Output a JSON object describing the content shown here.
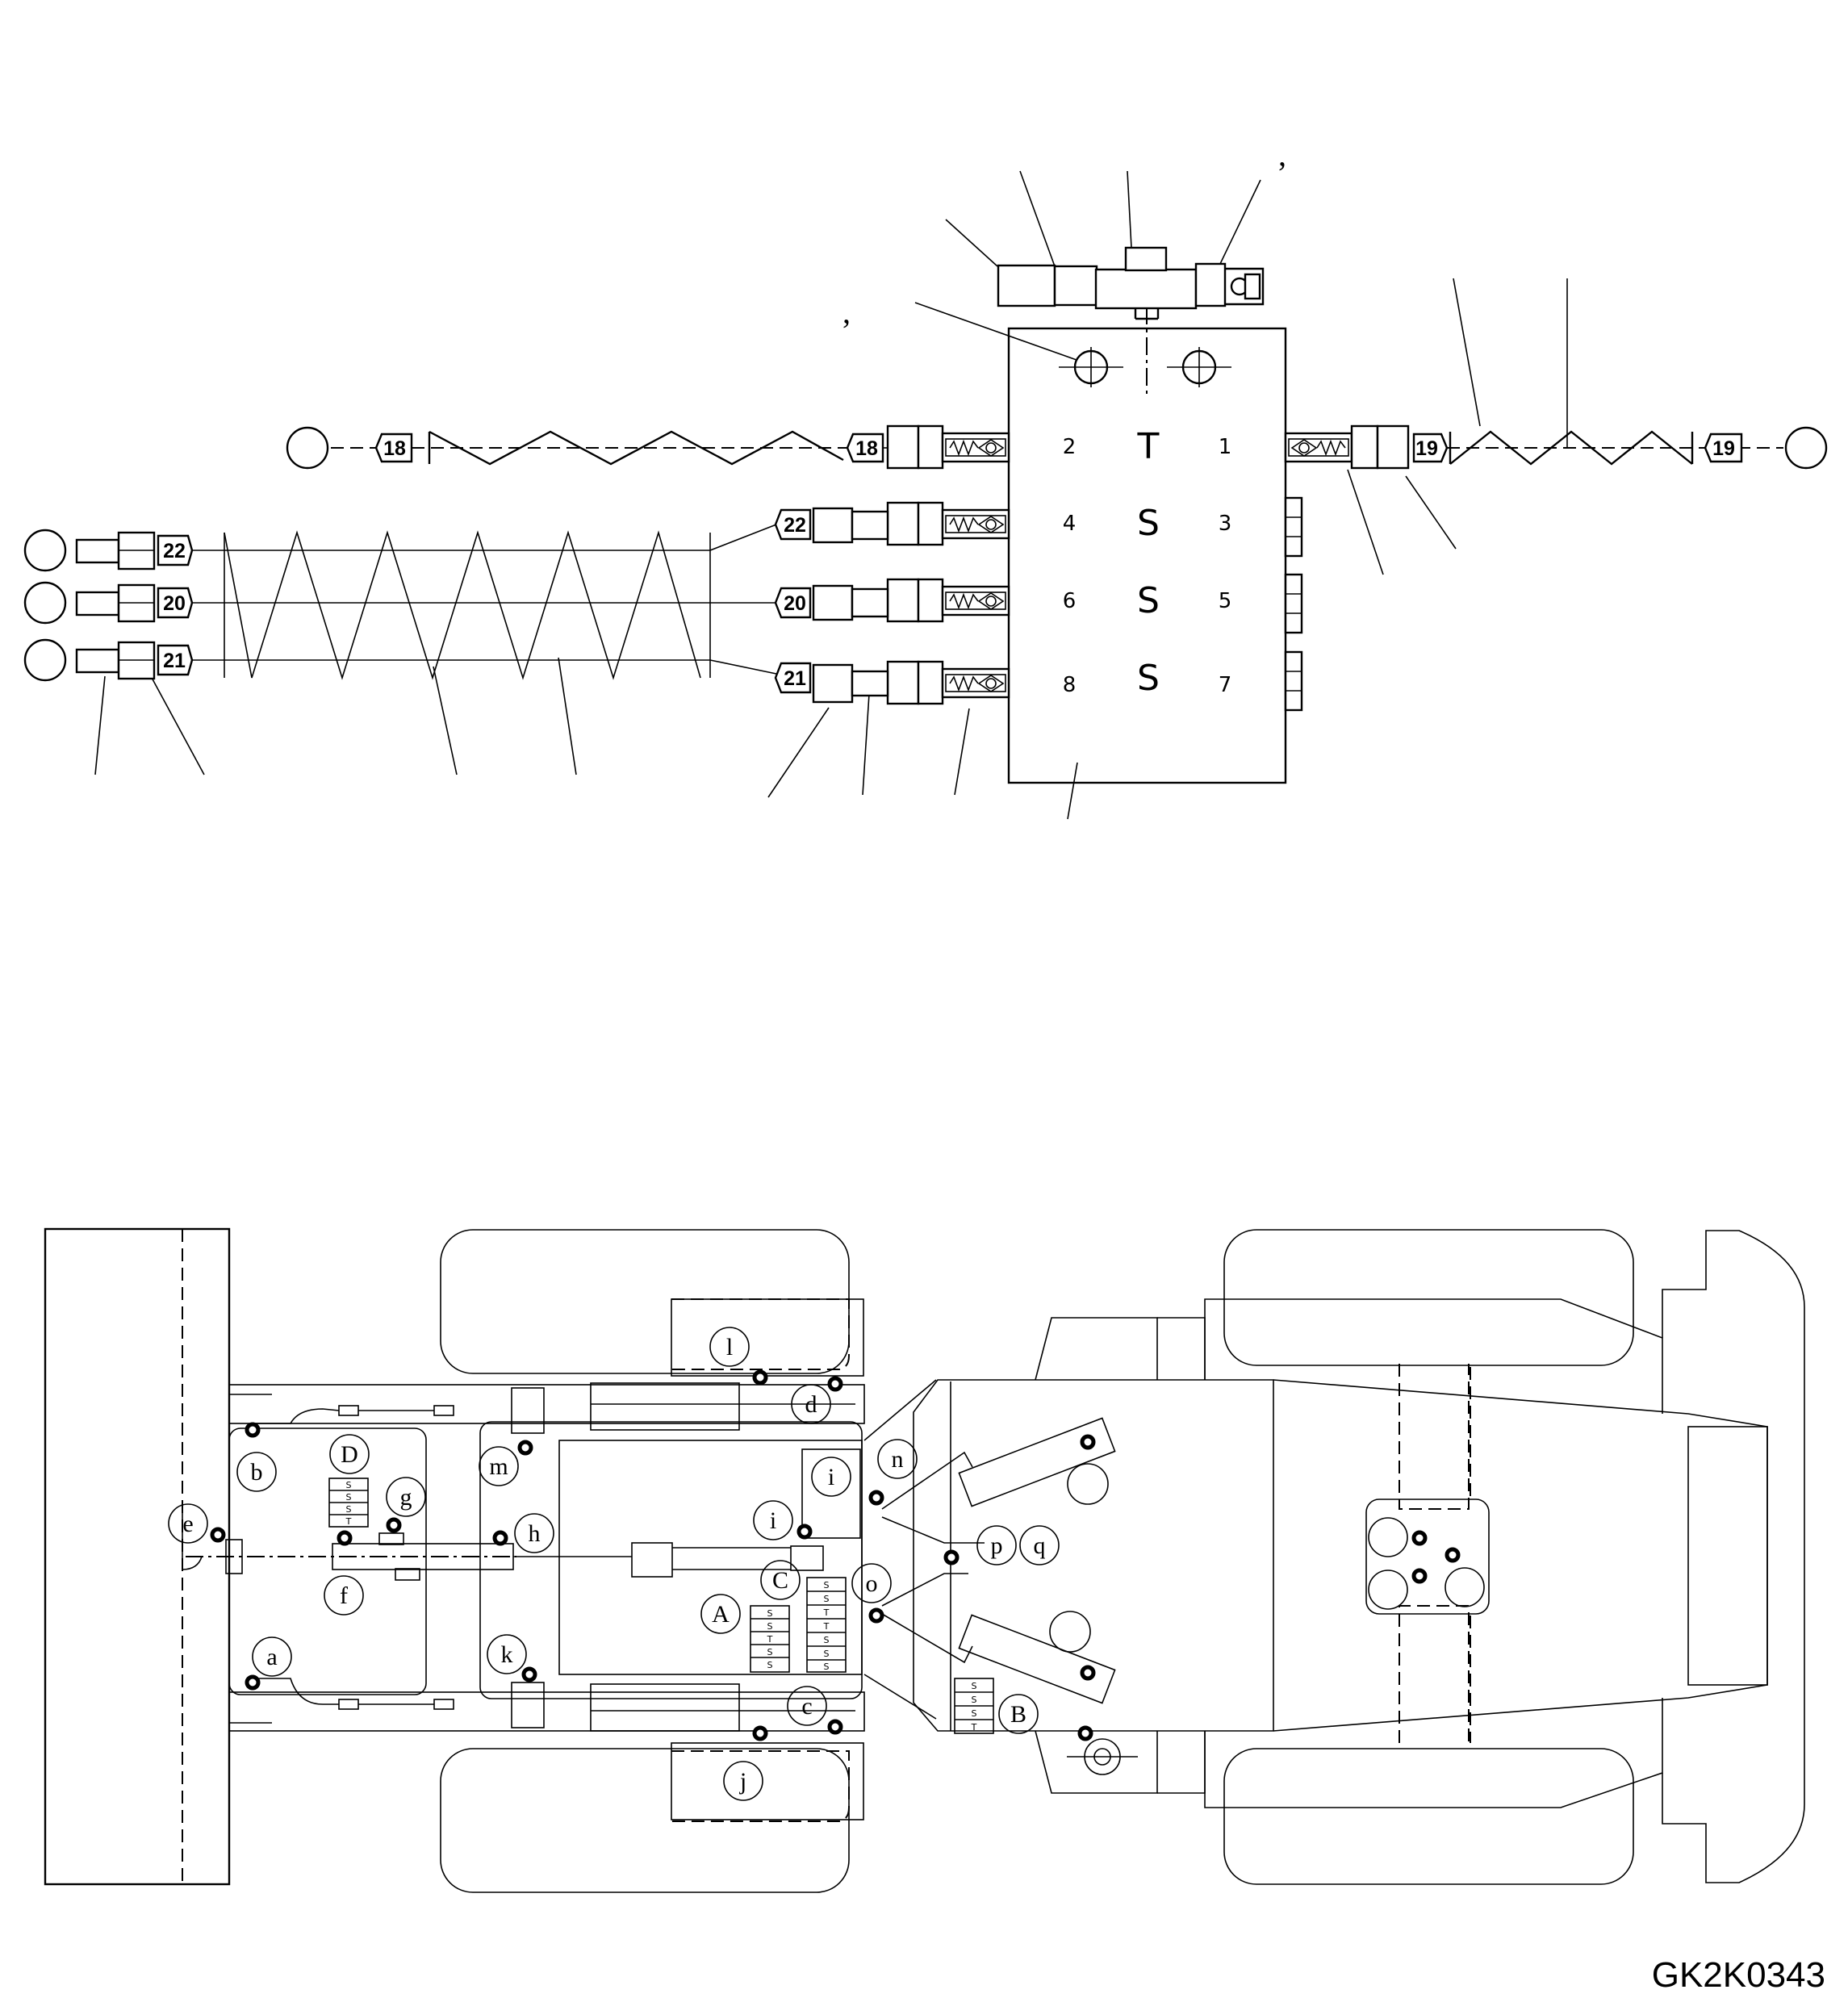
{
  "drawing_code": "GK2K0343",
  "valve_ports": {
    "p1": "1",
    "p2": "2",
    "p3": "3",
    "p4": "4",
    "p5": "5",
    "p6": "6",
    "p7": "7",
    "p8": "8",
    "tank": "T",
    "s1": "S",
    "s2": "S",
    "s3": "S"
  },
  "hose_tags": {
    "h18": "18",
    "h19": "19",
    "h20": "20",
    "h21": "21",
    "h22": "22"
  },
  "ticks": {
    "t1": ",",
    "t2": ","
  },
  "lube_points": {
    "a": "a",
    "b": "b",
    "c": "c",
    "d": "d",
    "e": "e",
    "f": "f",
    "g": "g",
    "h": "h",
    "i": "i",
    "j": "j",
    "k": "k",
    "l": "l",
    "m": "m",
    "n": "n",
    "o": "o",
    "p": "p",
    "q": "q"
  },
  "blocks": {
    "A": "A",
    "B": "B",
    "C": "C",
    "D": "D"
  },
  "block_markings": {
    "s": "S",
    "t": "T"
  }
}
